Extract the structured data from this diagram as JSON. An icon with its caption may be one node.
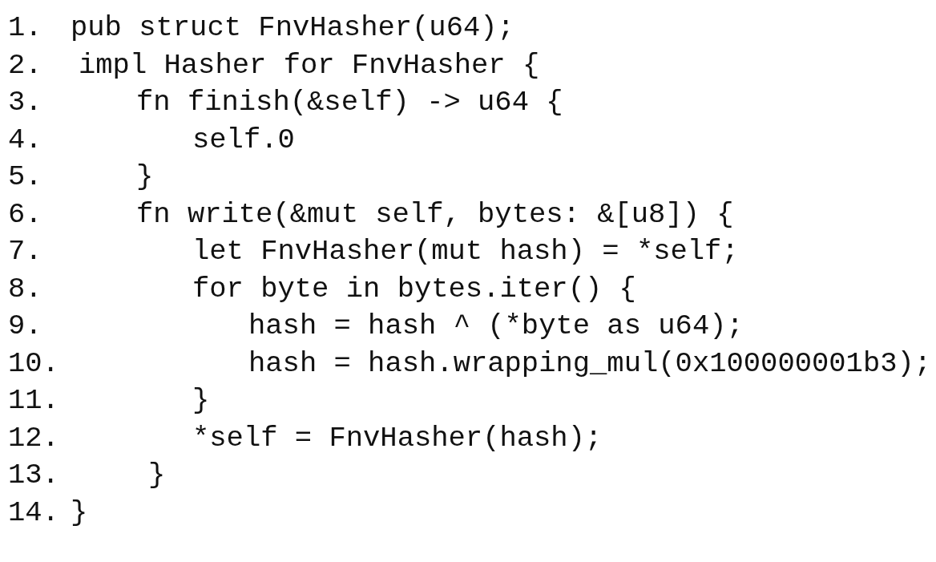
{
  "diagram": {
    "labels": [
      "1.",
      "pub struct FnvHasher(u64);",
      "2.",
      "impl Hasher for FnvHasher {",
      "3.",
      "fn finish(&self) -> u64 {",
      "4.",
      "self.0",
      "5.",
      "}",
      "6.",
      "fn write(&mut self, bytes: &[u8]) {",
      "7.",
      "let FnvHasher(mut hash) = *self;",
      "8.",
      "for byte in bytes.iter() {",
      "9.",
      "hash = hash ^ (*byte as u64);",
      "10.",
      "hash = hash.wrapping_mul(0x100000001b3);",
      "11.",
      "}",
      "12.",
      "*self = FnvHasher(hash);",
      "13.",
      "}",
      "14.",
      "}"
    ]
  }
}
